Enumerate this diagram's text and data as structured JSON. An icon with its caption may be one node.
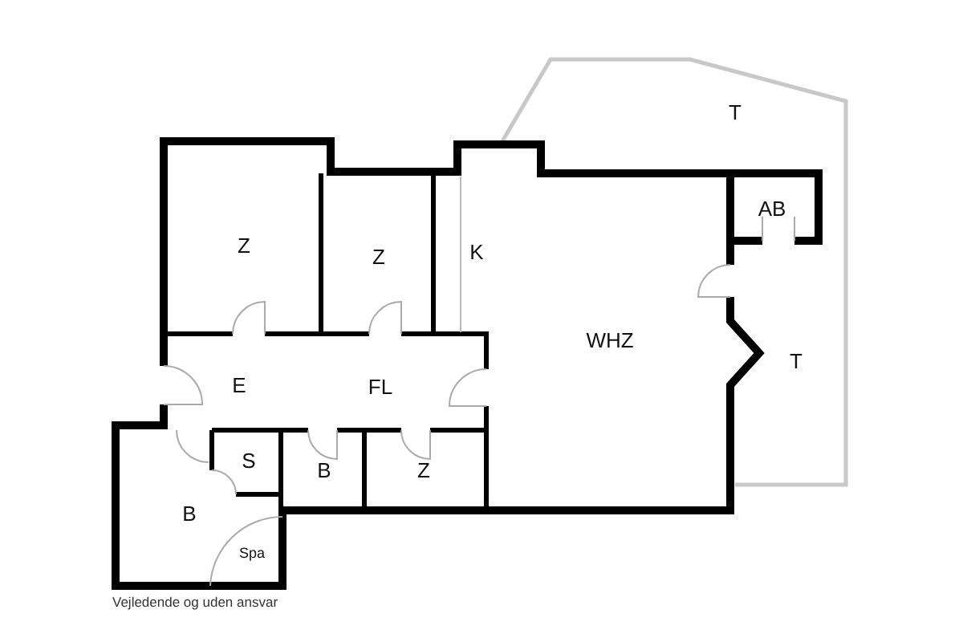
{
  "diagram": {
    "labels": [
      "T",
      "AB",
      "Z",
      "Z",
      "K",
      "WHZ",
      "T",
      "E",
      "FL",
      "S",
      "B",
      "Z",
      "B",
      "Spa",
      "Vejledende og uden ansvar"
    ]
  }
}
